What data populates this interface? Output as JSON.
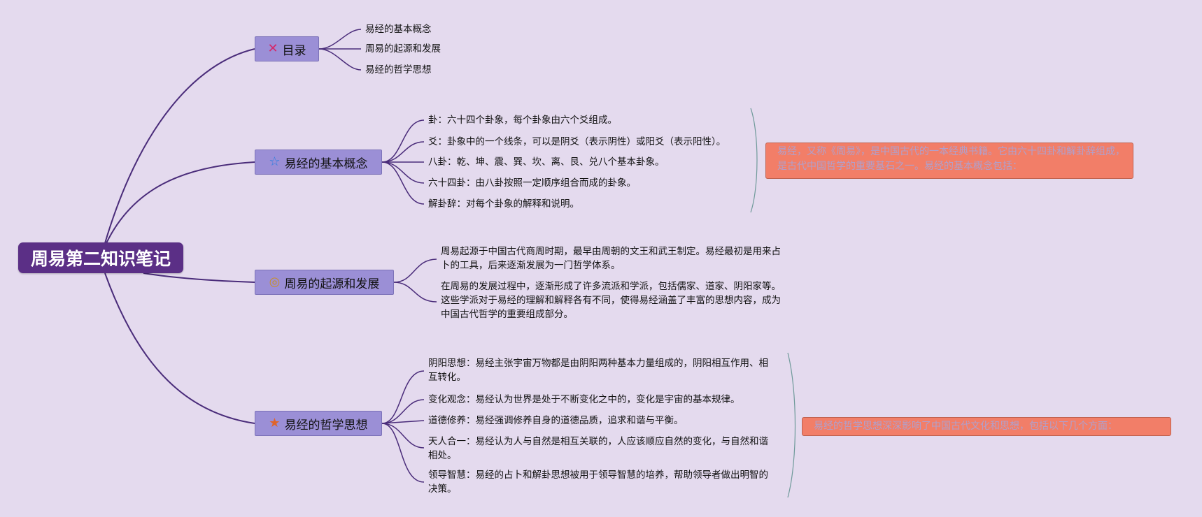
{
  "root": {
    "label": "周易第二知识笔记"
  },
  "branches": [
    {
      "label": "目录",
      "icon": "cross-icon",
      "icon_color": "#d42a6c",
      "items": [
        "易经的基本概念",
        "周易的起源和发展",
        "易经的哲学思想"
      ]
    },
    {
      "label": "易经的基本概念",
      "icon": "star-outline-icon",
      "icon_color": "#2d7de0",
      "items": [
        "卦：六十四个卦象，每个卦象由六个爻组成。",
        "爻：卦象中的一个线条，可以是阴爻（表示阴性）或阳爻（表示阳性）。",
        "八卦：乾、坤、震、巽、坎、离、艮、兑八个基本卦象。",
        "六十四卦：由八卦按照一定顺序组合而成的卦象。",
        "解卦辞：对每个卦象的解释和说明。"
      ],
      "callout": "易经，又称《周易》，是中国古代的一本经典书籍。它由六十四卦和解卦辞组成，是古代中国哲学的重要基石之一。易经的基本概念包括："
    },
    {
      "label": "周易的起源和发展",
      "icon": "medal-icon",
      "icon_color": "#c9902a",
      "items": [
        "周易起源于中国古代商周时期，最早由周朝的文王和武王制定。易经最初是用来占卜的工具，后来逐渐发展为一门哲学体系。",
        "在周易的发展过程中，逐渐形成了许多流派和学派，包括儒家、道家、阴阳家等。这些学派对于易经的理解和解释各有不同，使得易经涵盖了丰富的思想内容，成为中国古代哲学的重要组成部分。"
      ]
    },
    {
      "label": "易经的哲学思想",
      "icon": "star-filled-icon",
      "icon_color": "#e0642a",
      "items": [
        "阴阳思想：易经主张宇宙万物都是由阴阳两种基本力量组成的，阴阳相互作用、相互转化。",
        "变化观念：易经认为世界是处于不断变化之中的，变化是宇宙的基本规律。",
        "道德修养：易经强调修养自身的道德品质，追求和谐与平衡。",
        "天人合一：易经认为人与自然是相互关联的，人应该顺应自然的变化，与自然和谐相处。",
        "领导智慧：易经的占卜和解卦思想被用于领导智慧的培养，帮助领导者做出明智的决策。"
      ],
      "callout": "易经的哲学思想深深影响了中国古代文化和思想，包括以下几个方面："
    }
  ],
  "colors": {
    "background": "#e4daee",
    "root_fill": "#5b2f86",
    "branch_fill": "#9b8fd6",
    "link": "#4a2c7a",
    "bracket": "#6f9a9a",
    "callout_fill": "#f27e68",
    "callout_text": "#b0a0cc"
  }
}
